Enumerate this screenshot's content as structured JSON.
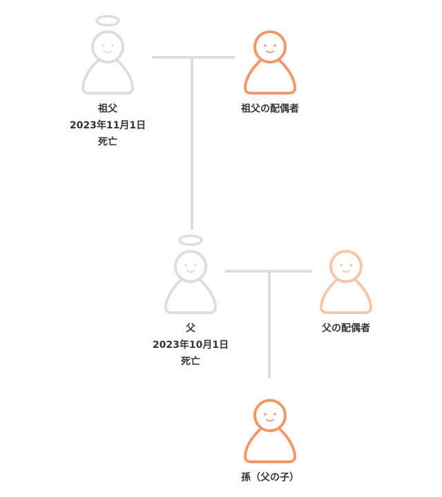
{
  "colors": {
    "deceased": "#dddddd",
    "living": "#f0986a",
    "living_light": "#f6c6aa",
    "line": "#dddddd",
    "text": "#333333"
  },
  "people": {
    "grandfather": {
      "name": "祖父",
      "date": "2023年11月1日",
      "status": "死亡"
    },
    "grandfather_spouse": {
      "name": "祖父の配偶者"
    },
    "father": {
      "name": "父",
      "date": "2023年10月1日",
      "status": "死亡"
    },
    "father_spouse": {
      "name": "父の配偶者"
    },
    "grandchild": {
      "name": "孫（父の子）"
    }
  }
}
